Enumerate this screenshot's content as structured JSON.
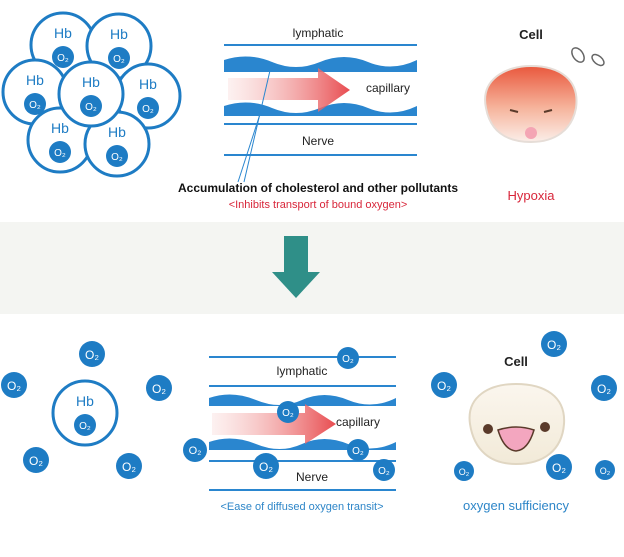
{
  "top": {
    "hb_label": "Hb",
    "o2_label": "O₂",
    "vessel": {
      "lymphatic_label": "lymphatic",
      "capillary_label": "capillary",
      "nerve_label": "Nerve"
    },
    "caption_main": "Accumulation of cholesterol and other pollutants",
    "caption_sub": "<Inhibits transport of bound oxygen>",
    "cell_label": "Cell",
    "cell_status": "Hypoxia"
  },
  "bottom": {
    "hb_label": "Hb",
    "o2_label": "O₂",
    "vessel": {
      "lymphatic_label": "lymphatic",
      "capillary_label": "capillary",
      "nerve_label": "Nerve"
    },
    "caption": "<Ease of diffused oxygen transit>",
    "cell_label": "Cell",
    "cell_status": "oxygen sufficiency"
  },
  "colors": {
    "blue": "#1e7cc4",
    "vessel_blue": "#2a86cf",
    "arrow_red": "#e8585a",
    "teal_arrow": "#2f8f88",
    "hypoxia_red": "#d8263a",
    "caption_red": "#d8263a",
    "sufficiency_blue": "#2e86c8"
  },
  "icons": {
    "down_arrow": "teal-down-arrow-icon"
  }
}
